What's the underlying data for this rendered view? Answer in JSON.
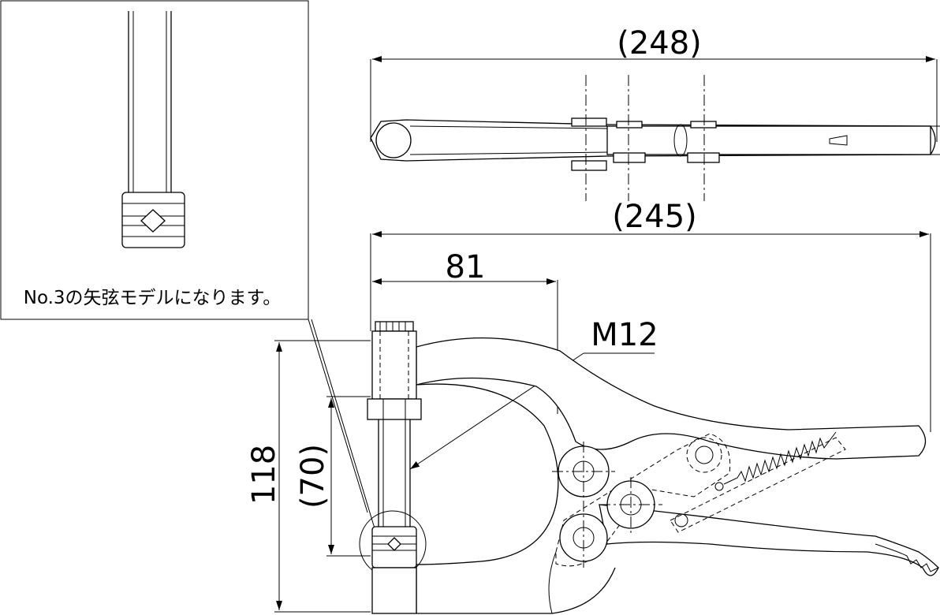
{
  "inset": {
    "caption": "No.3の矢弦モデルになります。"
  },
  "dimensions": {
    "top_length": "(248)",
    "overall_length": "(245)",
    "reach": "81",
    "thread": "M12",
    "height": "118",
    "opening": "(70)"
  }
}
